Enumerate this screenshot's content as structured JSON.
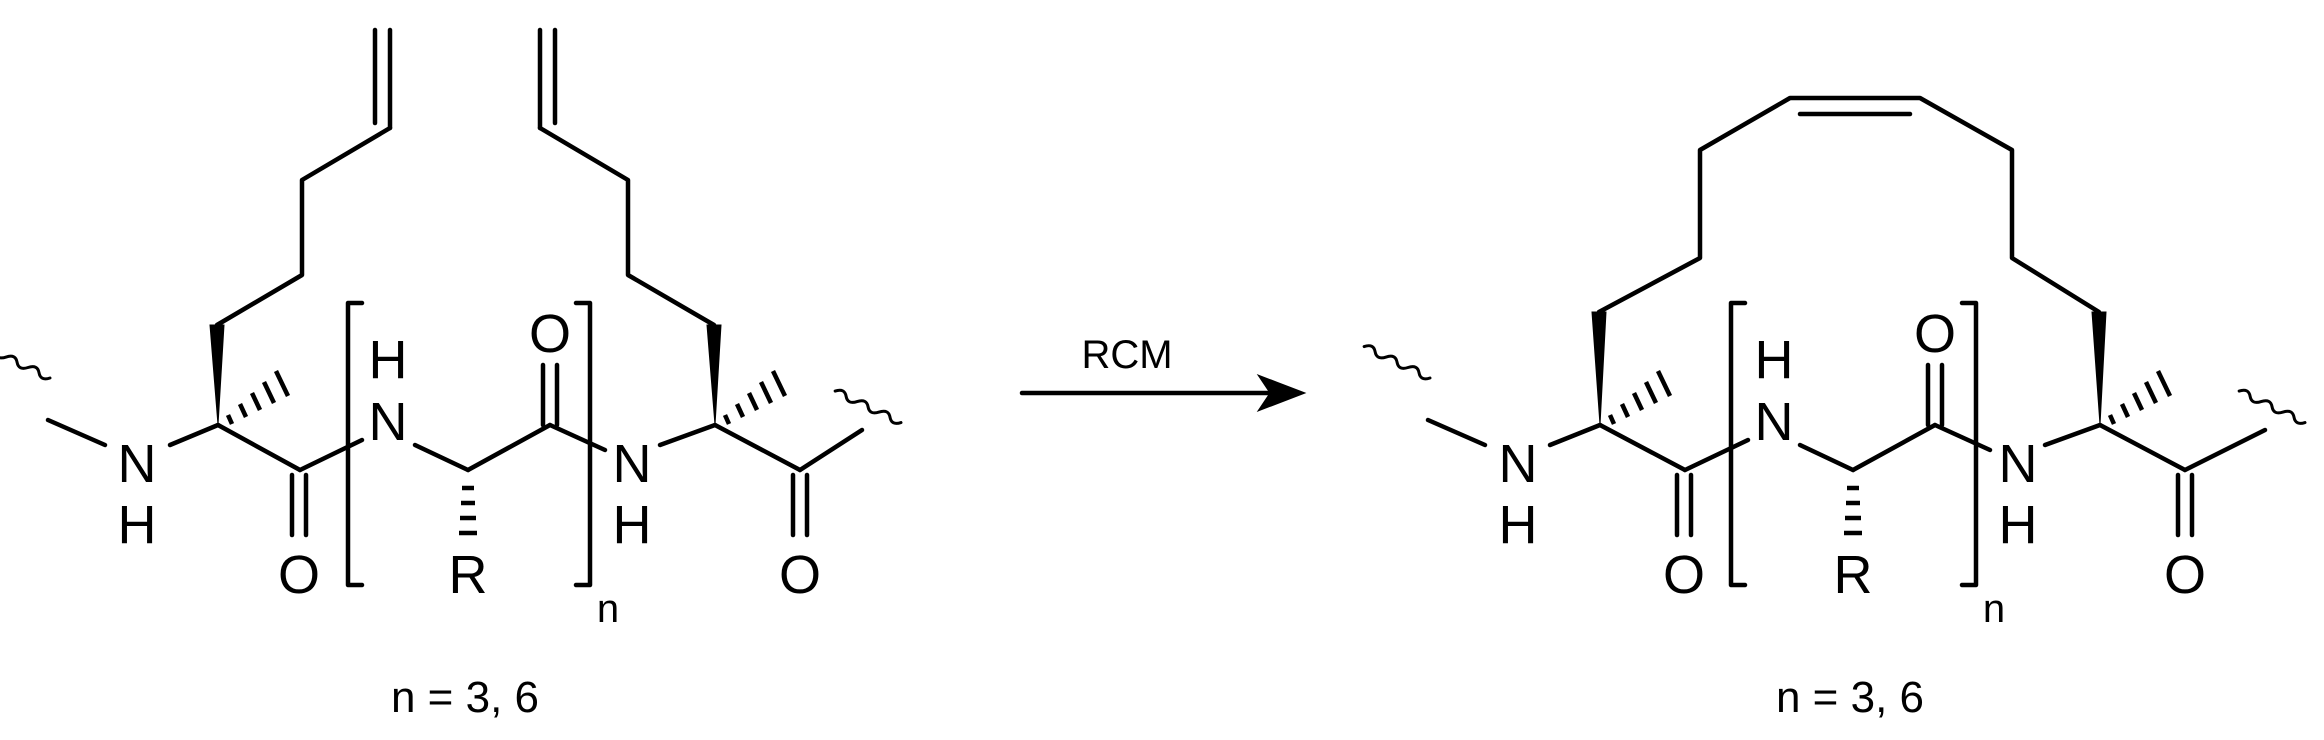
{
  "reactant": {
    "atoms": {
      "nh_left_n": "N",
      "nh_left_h": "H",
      "carbonyl_1_o": "O",
      "bracket_nh_h": "H",
      "bracket_nh_n": "N",
      "r_group": "R",
      "bracket_co_o": "O",
      "nh_right_n": "N",
      "nh_right_h": "H",
      "carbonyl_2_o": "O"
    },
    "repeat_subscript": "n",
    "caption": "n = 3, 6"
  },
  "reaction": {
    "label": "RCM"
  },
  "product": {
    "atoms": {
      "nh_left_n": "N",
      "nh_left_h": "H",
      "carbonyl_1_o": "O",
      "bracket_nh_h": "H",
      "bracket_nh_n": "N",
      "r_group": "R",
      "bracket_co_o": "O",
      "nh_right_n": "N",
      "nh_right_h": "H",
      "carbonyl_2_o": "O"
    },
    "repeat_subscript": "n",
    "caption": "n = 3, 6"
  }
}
